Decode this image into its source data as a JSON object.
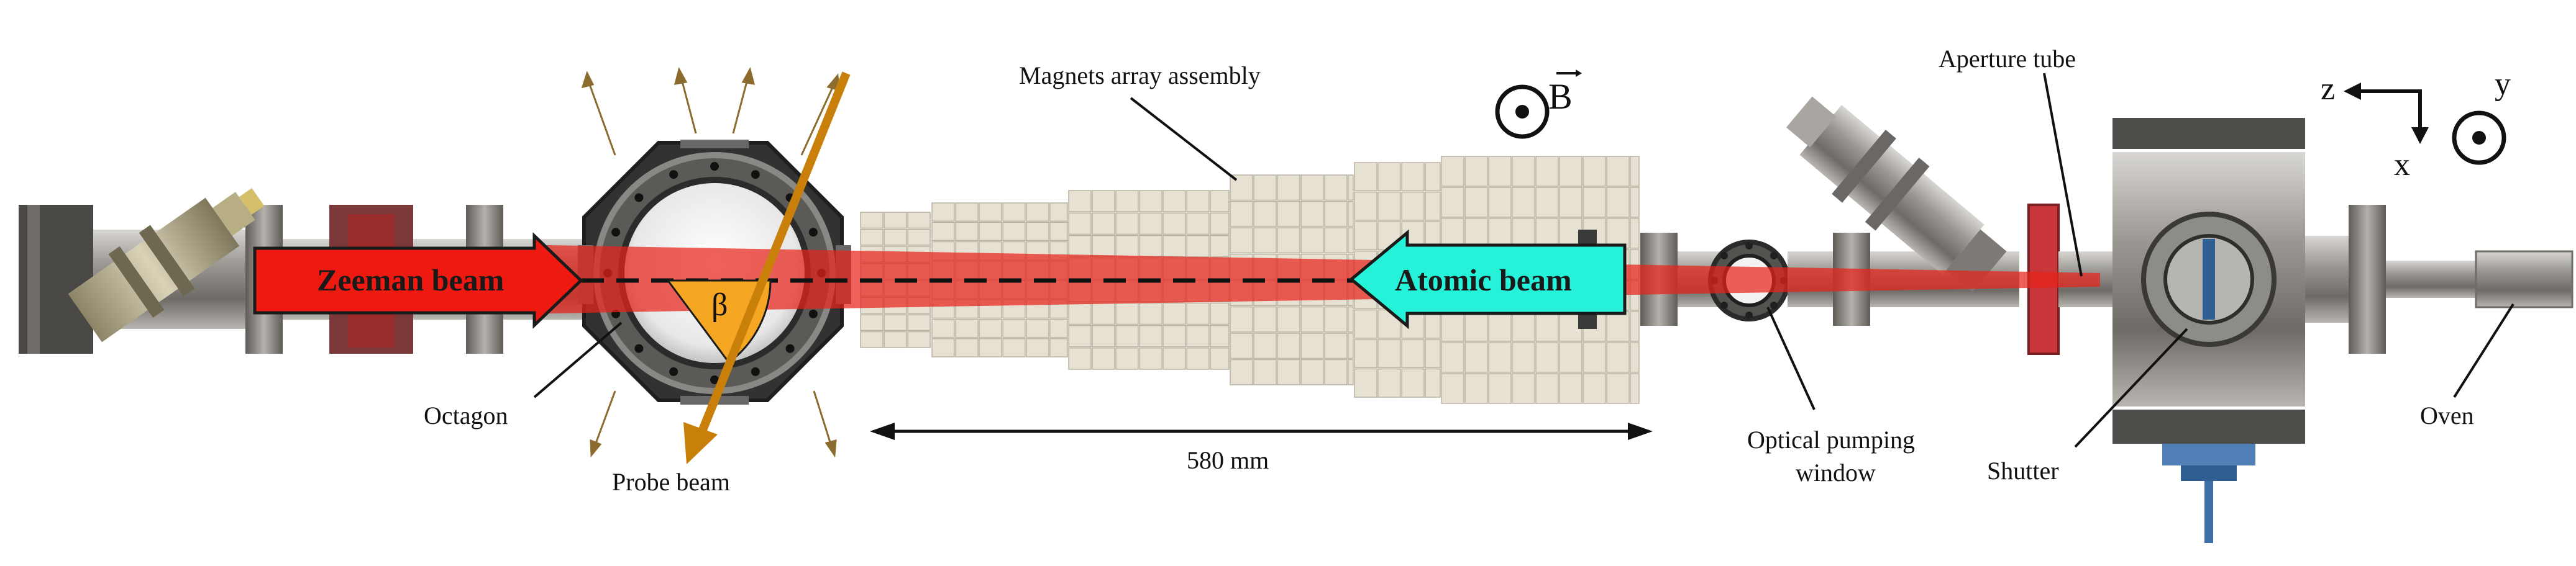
{
  "labels": {
    "magnets": "Magnets array assembly",
    "bfield": "B",
    "aperture": "Aperture tube",
    "zeeman": "Zeeman beam",
    "atomic": "Atomic beam",
    "beta": "β",
    "octagon": "Octagon",
    "probe": "Probe beam",
    "distance": "580 mm",
    "optical_line1": "Optical pumping",
    "optical_line2": "window",
    "shutter": "Shutter",
    "oven": "Oven",
    "axis_z": "z",
    "axis_x": "x",
    "axis_y": "y"
  },
  "colors": {
    "zeeman_beam": "#e8231a",
    "atomic_beam": "#25f2d8",
    "probe_beam": "#c9800a",
    "magnet_block": "#e6e1d3",
    "steel": "#8f8d89",
    "dark_steel": "#3c3c3c",
    "flange_red": "#c8363a",
    "beta_wedge": "#f5a623"
  }
}
